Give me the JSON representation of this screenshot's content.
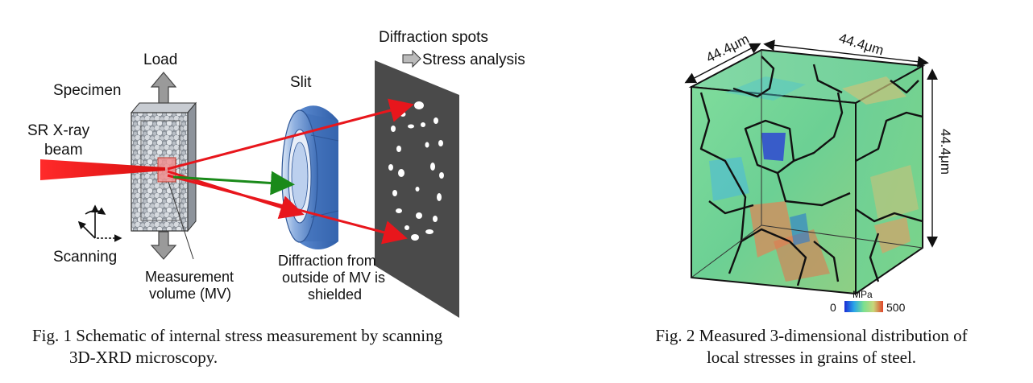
{
  "fig1": {
    "labels": {
      "load": "Load",
      "specimen": "Specimen",
      "beam_line1": "SR X-ray",
      "beam_line2": "beam",
      "scanning": "Scanning",
      "mv_line1": "Measurement",
      "mv_line2": "volume (MV)",
      "slit": "Slit",
      "spots": "Diffraction spots",
      "analysis": "Stress analysis",
      "shield_line1": "Diffraction from",
      "shield_line2": "outside of MV is",
      "shield_line3": "shielded"
    },
    "caption_line1": "Fig. 1 Schematic of internal stress measurement by scanning",
    "caption_line2": "3D-XRD microscopy."
  },
  "fig2": {
    "dim_top_left": "44.4μm",
    "dim_top_right": "44.4μm",
    "dim_right": "44.4μm",
    "colorbar": {
      "unit": "MPa",
      "min": "0",
      "max": "500"
    },
    "caption_line1": "Fig. 2 Measured 3-dimensional distribution of",
    "caption_line2": "local stresses in grains of steel."
  },
  "colors": {
    "beam_red": "#e8161c",
    "diffracted_green": "#1a8a1a",
    "slit_blue": "#4a7fc8",
    "screen_gray": "#4a4a4a",
    "stress_green": "#6fd391",
    "grain_boundary": "#111111"
  }
}
